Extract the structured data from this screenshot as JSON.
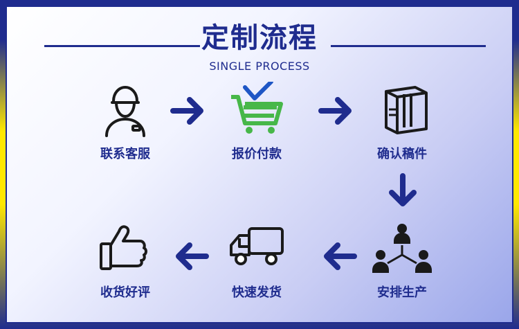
{
  "title": "定制流程",
  "subtitle": "SINGLE PROCESS",
  "steps": [
    {
      "label": "联系客服"
    },
    {
      "label": "报价付款"
    },
    {
      "label": "确认稿件"
    },
    {
      "label": "安排生产"
    },
    {
      "label": "快速发货"
    },
    {
      "label": "收货好评"
    }
  ],
  "colors": {
    "primary": "#1f2c8e",
    "accent_yellow": "#ffe800",
    "green": "#47b749",
    "check_blue": "#1e56c5"
  }
}
